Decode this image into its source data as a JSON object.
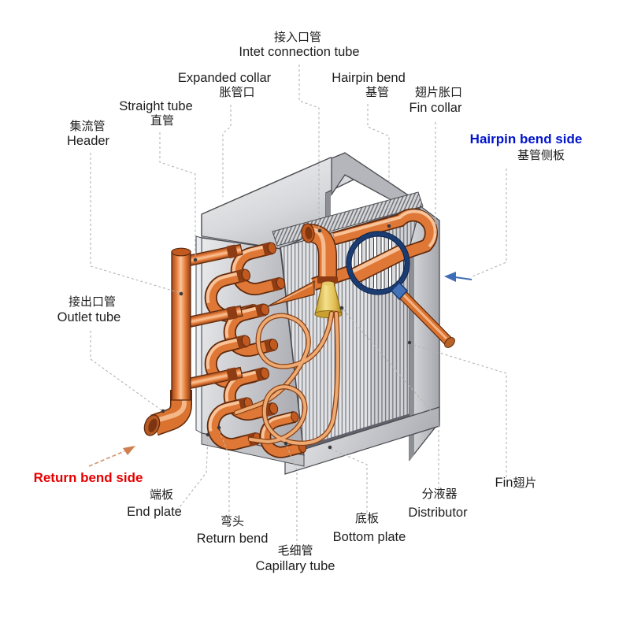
{
  "figure": {
    "type": "technical-diagram",
    "subject": "Fin-and-tube heat exchanger coil with part callouts (Chinese / English)"
  },
  "labels": {
    "inlet": {
      "cn": "接入口管",
      "en": "Intet connection tube"
    },
    "expanded_collar": {
      "en": "Expanded collar",
      "cn": "胀管口"
    },
    "hairpin_bend": {
      "en": "Hairpin bend",
      "cn": "基管"
    },
    "fin_collar": {
      "cn": "翅片胀口",
      "en": "Fin collar"
    },
    "straight_tube": {
      "en": "Straight tube",
      "cn": "直管"
    },
    "header": {
      "cn": "集流管",
      "en": "Header"
    },
    "hairpin_bend_side": {
      "en": "Hairpin bend side",
      "cn": "基管侧板"
    },
    "outlet": {
      "cn": "接出口管",
      "en": "Outlet tube"
    },
    "return_bend_side": {
      "en": "Return bend side"
    },
    "end_plate": {
      "cn": "端板",
      "en": "End plate"
    },
    "return_bend": {
      "cn": "弯头",
      "en": "Return bend"
    },
    "capillary": {
      "cn": "毛细管",
      "en": "Capillary tube"
    },
    "bottom_plate": {
      "cn": "底板",
      "en": "Bottom plate"
    },
    "distributor": {
      "cn": "分液器",
      "en": "Distributor"
    },
    "fin": {
      "en": "Fin",
      "cn": "翅片"
    }
  },
  "colors": {
    "copper": "#df7836",
    "copper_highlight": "#f8c398",
    "copper_outline": "#5f2a0e",
    "plate_gray": "#c9cacd",
    "fin_line": "#808288",
    "distributor_yellow": "#e8c45a",
    "magnifier_ring": "#1b3c72",
    "label_blue": "#0014cc",
    "label_red": "#e60000",
    "leader_gray": "#b3b3b3",
    "return_arrow_orange": "#cf8050"
  }
}
